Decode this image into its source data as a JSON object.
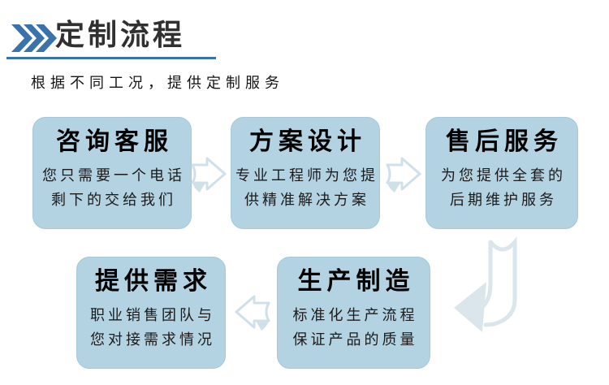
{
  "header": {
    "title": "定制流程",
    "subtitle": "根据不同工况，提供定制服务"
  },
  "colors": {
    "accent_blue": "#3a72ab",
    "box_fill": "#b3d2e2",
    "box_border": "#a5c8da",
    "outline_arrow": "#cfe0ea",
    "turn_arrow": "#dbe6ec",
    "title_text": "#303030",
    "body_text": "#1b1b1b"
  },
  "flow": {
    "steps": [
      {
        "title": "咨询客服",
        "desc_line1": "您只需要一个电话",
        "desc_line2": "剩下的交给我们"
      },
      {
        "title": "方案设计",
        "desc_line1": "专业工程师为您提",
        "desc_line2": "供精准解决方案"
      },
      {
        "title": "售后服务",
        "desc_line1": "为您提供全套的",
        "desc_line2": "后期维护服务"
      },
      {
        "title": "提供需求",
        "desc_line1": "职业销售团队与",
        "desc_line2": "您对接需求情况"
      },
      {
        "title": "生产制造",
        "desc_line1": "标准化生产流程",
        "desc_line2": "保证产品的质量"
      }
    ]
  }
}
